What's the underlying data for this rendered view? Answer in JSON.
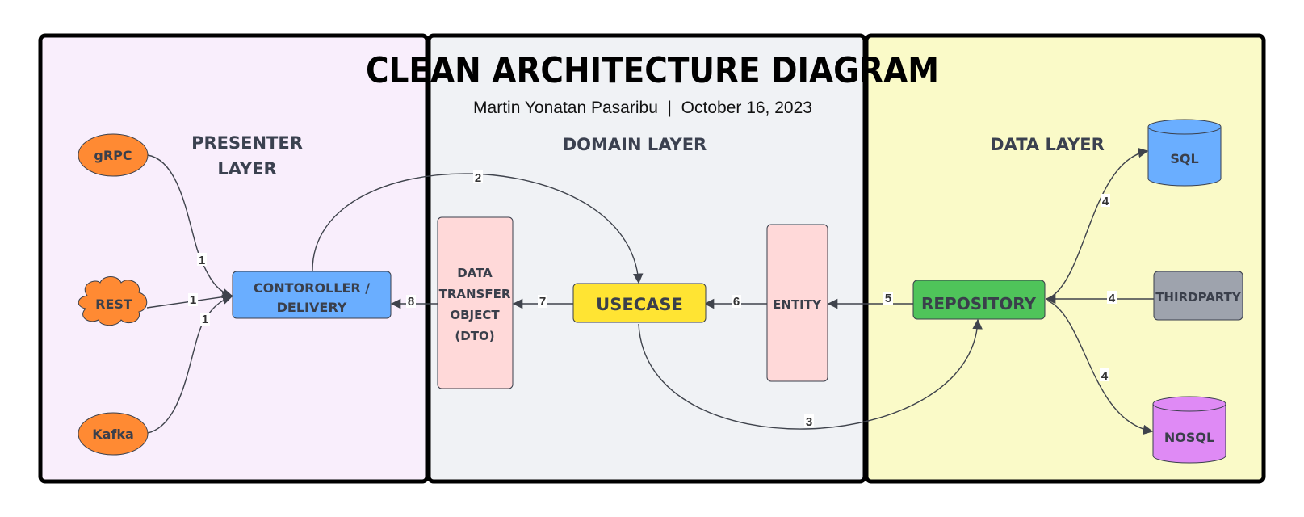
{
  "diagram": {
    "title": "CLEAN ARCHITECTURE DIAGRAM",
    "subtitle": "Martin Yonatan Pasaribu  |  October 16, 2023",
    "layers": {
      "presenter": {
        "label_line1": "PRESENTER",
        "label_line2": "LAYER",
        "color": "#f9eefc"
      },
      "domain": {
        "label": "DOMAIN LAYER",
        "color": "#f0f2f5"
      },
      "data": {
        "label": "DATA LAYER",
        "color": "#fafac8"
      }
    },
    "nodes": {
      "grpc": {
        "label": "gRPC",
        "color": "#ff8a33"
      },
      "rest": {
        "label": "REST",
        "color": "#ff8a33"
      },
      "kafka": {
        "label": "Kafka",
        "color": "#ff8a33"
      },
      "controller": {
        "label_line1": "CONTOROLLER /",
        "label_line2": "DELIVERY",
        "color": "#6aaeff"
      },
      "dto": {
        "label_line1": "DATA",
        "label_line2": "TRANSFER",
        "label_line3": "OBJECT",
        "label_line4": "(DTO)",
        "color": "#ffd9d9"
      },
      "usecase": {
        "label": "USECASE",
        "color": "#ffe433"
      },
      "entity": {
        "label": "ENTITY",
        "color": "#ffd9d9"
      },
      "repository": {
        "label": "REPOSITORY",
        "color": "#4fc45a"
      },
      "sql": {
        "label": "SQL",
        "color": "#6aaeff"
      },
      "thirdparty": {
        "label": "THIRDPARTY",
        "color": "#9ea3ad"
      },
      "nosql": {
        "label": "NOSQL",
        "color": "#df8af5"
      }
    },
    "edge_labels": {
      "grpc_to_controller": "1",
      "rest_to_controller": "1",
      "kafka_to_controller": "1",
      "controller_to_usecase": "2",
      "usecase_to_repository": "3",
      "repository_to_sql": "4",
      "thirdparty_to_repository": "4",
      "repository_to_nosql": "4",
      "repository_to_entity": "5",
      "entity_to_usecase": "6",
      "usecase_to_dto": "7",
      "dto_to_controller": "8"
    }
  }
}
